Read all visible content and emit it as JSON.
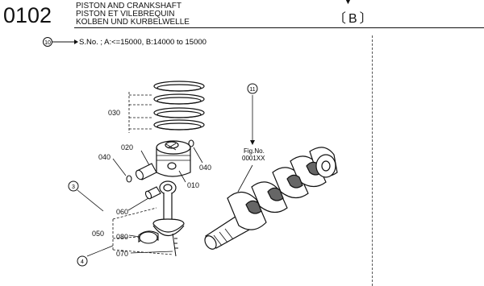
{
  "header": {
    "code": "0102",
    "title_en": "PISTON AND CRANKSHAFT",
    "title_fr": "PISTON ET VILEBREQUIN",
    "title_de": "KOLBEN UND KURBELWELLE",
    "variant_mark": "〔B〕"
  },
  "note": {
    "ref": "10",
    "text": "S.No. ; A:<=15000, B:14000 to 15000"
  },
  "fig": {
    "label1": "Fig.No.",
    "label2": "0001XX",
    "ref": "11"
  },
  "parts": {
    "p030": "030",
    "p020": "020",
    "p040a": "040",
    "p040b": "040",
    "p010": "010",
    "p060": "060",
    "p050": "050",
    "p080": "080",
    "p070": "070"
  },
  "refs": {
    "r3": "3",
    "r4": "4"
  }
}
